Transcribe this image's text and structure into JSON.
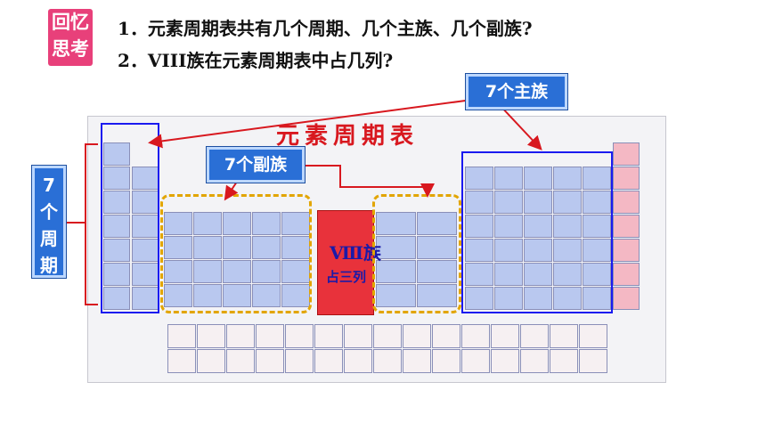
{
  "badge": {
    "line1": "回忆",
    "line2": "思考"
  },
  "questions": [
    "1．元素周期表共有几个周期、几个主族、几个副族?",
    "2．VIII族在元素周期表中占几列?"
  ],
  "labels": {
    "main": "7个主族",
    "sub": "7个副族",
    "period": [
      "7",
      "个",
      "周",
      "期"
    ]
  },
  "table": {
    "title": "元素周期表",
    "group8_title": "Ⅷ族",
    "group8_sub": "占三列"
  },
  "colors": {
    "badge": "#e8407a",
    "label": "#2a6fd6",
    "dashed": "#e2a500",
    "arrow": "#d8181f"
  }
}
